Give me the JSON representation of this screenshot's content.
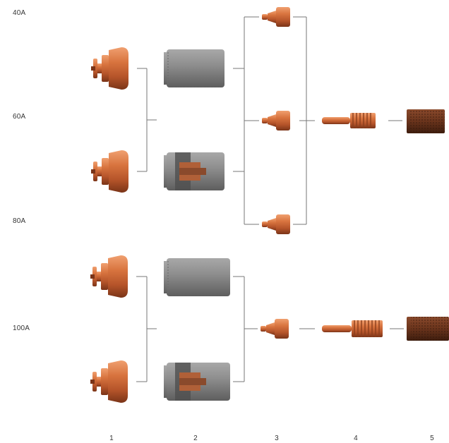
{
  "amperage_labels": [
    "40A",
    "60A",
    "80A",
    "100A"
  ],
  "column_labels": [
    "1",
    "2",
    "3",
    "4",
    "5"
  ],
  "colors": {
    "copper": "#c8622f",
    "grey": "#8b8b8b",
    "dark_copper": "#6e3a22",
    "line": "#777777"
  },
  "component_icons": [
    "shield-cap-icon",
    "retaining-cap-icon",
    "nozzle-icon",
    "electrode-icon",
    "swirl-ring-icon"
  ]
}
